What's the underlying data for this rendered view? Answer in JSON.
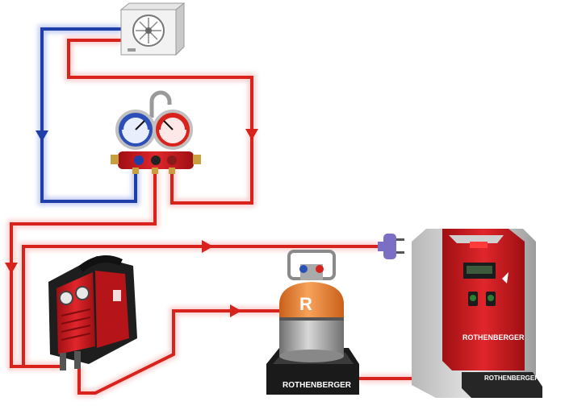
{
  "diagram": {
    "brand_text": "ROTHENBERGER",
    "cylinder_letter": "R",
    "colors": {
      "suction_line": "#1f3fa8",
      "pressure_line": "#d8221c",
      "line_glow": "#f4a9a6",
      "machine_red": "#c8161b",
      "cylinder_orange": "#f0822a",
      "plug": "#7a6fc4"
    },
    "components": [
      {
        "id": "outdoor-unit",
        "icon": "ac-condenser-icon"
      },
      {
        "id": "manifold-gauge",
        "icon": "manifold-gauge-icon"
      },
      {
        "id": "recovery-unit",
        "icon": "recovery-machine-icon"
      },
      {
        "id": "refrigerant-cylinder",
        "icon": "gas-cylinder-icon"
      },
      {
        "id": "cylinder-scale",
        "icon": "scale-icon"
      },
      {
        "id": "recovery-station",
        "icon": "recovery-station-icon"
      },
      {
        "id": "power-plug",
        "icon": "power-plug-icon"
      }
    ]
  }
}
